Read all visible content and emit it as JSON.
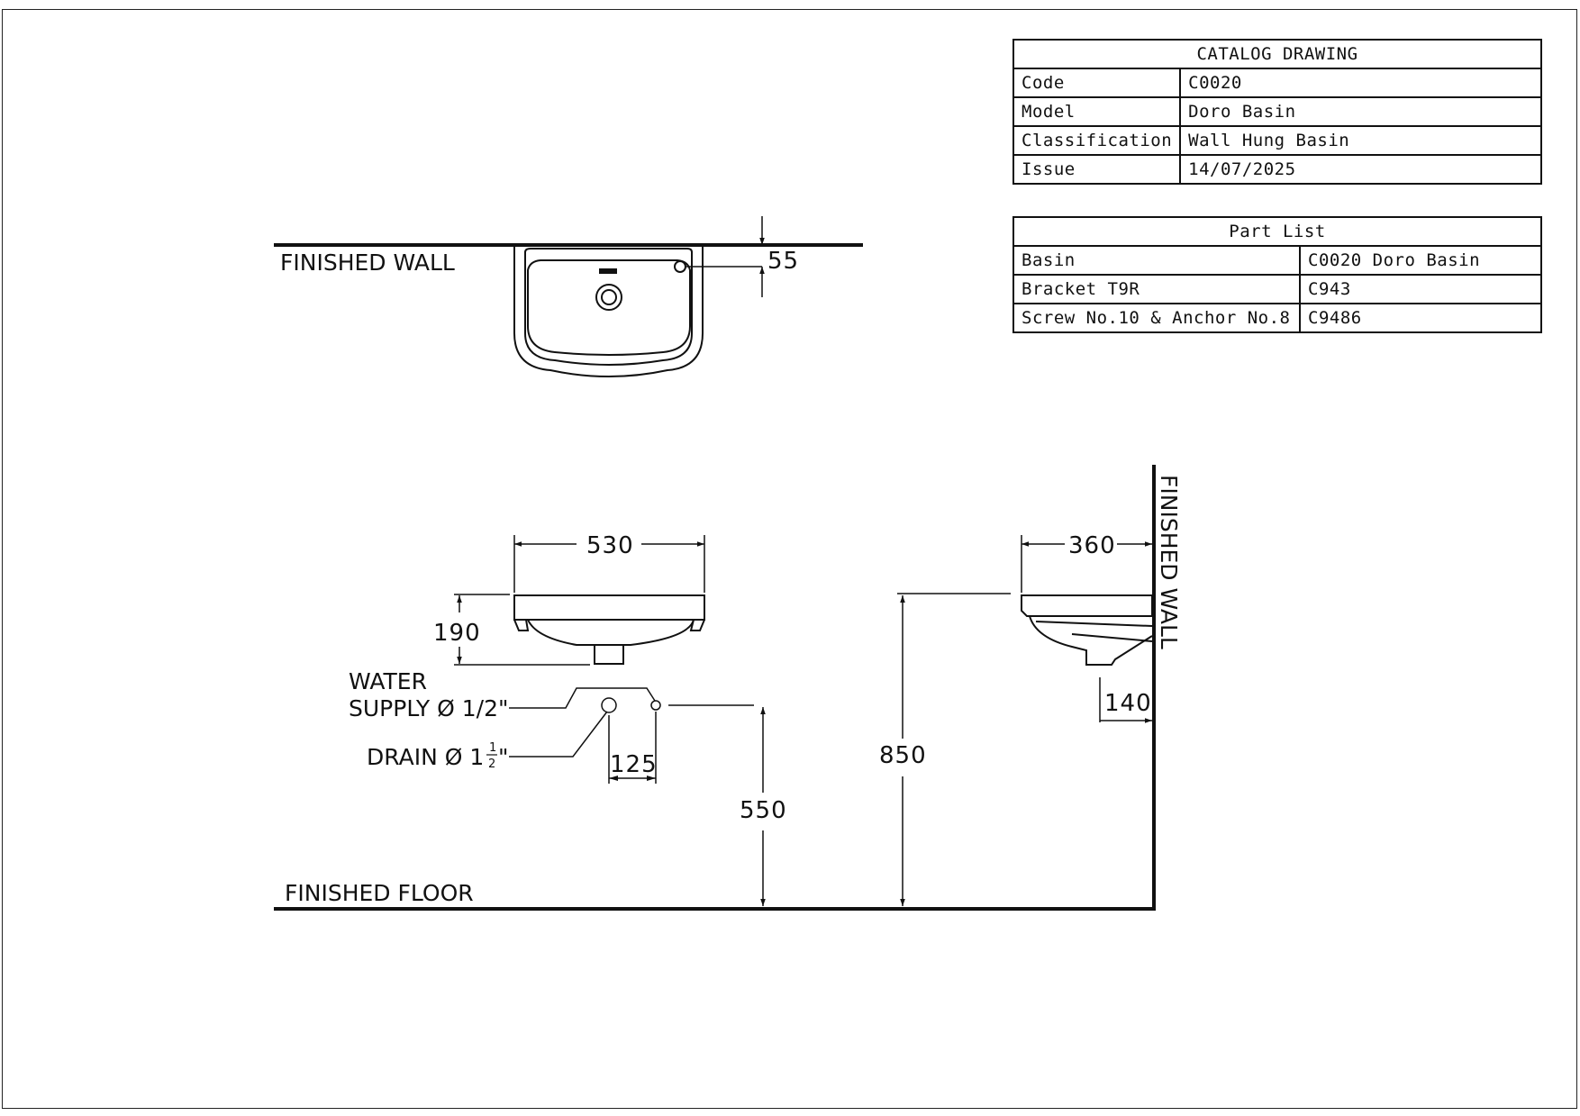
{
  "catalog": {
    "title": "CATALOG  DRAWING",
    "rows": [
      {
        "key": "Code",
        "value": "C0020"
      },
      {
        "key": "Model",
        "value": "Doro  Basin"
      },
      {
        "key": "Classification",
        "value": "Wall  Hung  Basin"
      },
      {
        "key": "Issue",
        "value": "14/07/2025"
      }
    ]
  },
  "parts": {
    "title": "Part  List",
    "rows": [
      {
        "name": "Basin",
        "code": "C0020  Doro  Basin"
      },
      {
        "name": "Bracket  T9R",
        "code": "C943"
      },
      {
        "name": "Screw  No.10  &  Anchor  No.8",
        "code": "C9486"
      }
    ]
  },
  "labels": {
    "finished_wall": "FINISHED WALL",
    "finished_floor": "FINISHED FLOOR",
    "water_line1": "WATER",
    "water_line2": "SUPPLY Ø 1/2\"",
    "drain": "DRAIN Ø 1",
    "drain_frac_num": "1",
    "drain_frac_den": "2",
    "drain_inch": "\""
  },
  "dimensions": {
    "wall_gap": "55",
    "width": "530",
    "height": "190",
    "depth": "360",
    "bracket": "140",
    "supply_spacing": "125",
    "supply_height": "550",
    "rim_height": "850"
  }
}
